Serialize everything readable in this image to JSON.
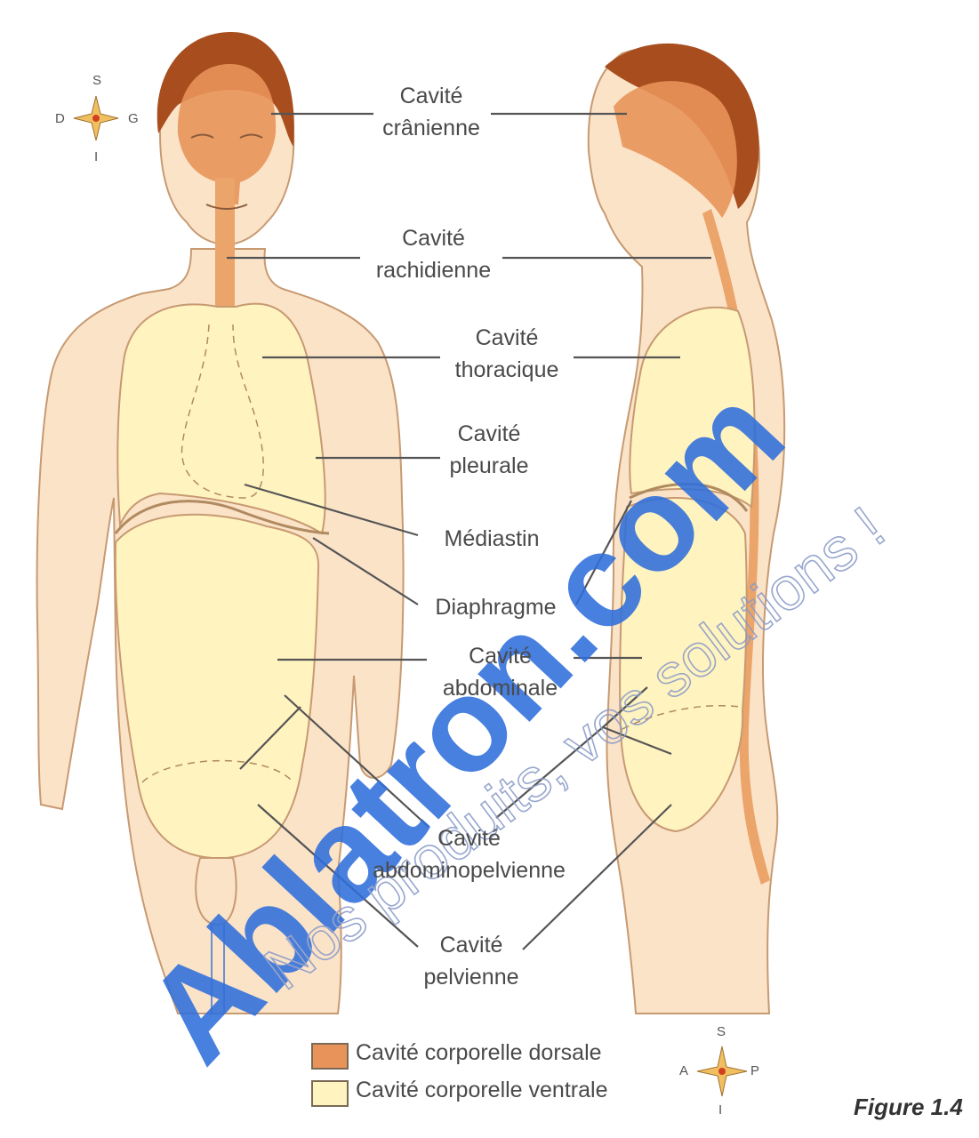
{
  "labels": {
    "cranial": [
      "Cavité",
      "crânienne"
    ],
    "spinal": [
      "Cavité",
      "rachidienne"
    ],
    "thoracic": [
      "Cavité",
      "thoracique"
    ],
    "pleural": [
      "Cavité",
      "pleurale"
    ],
    "mediastinum": [
      "Médiastin"
    ],
    "diaphragm": [
      "Diaphragme"
    ],
    "abdominal": [
      "Cavité",
      "abdominale"
    ],
    "abdominopelvic": [
      "Cavité",
      "abdominopelvienne"
    ],
    "pelvic": [
      "Cavité",
      "pelvienne"
    ]
  },
  "legend": {
    "dorsal": "Cavité corporelle dorsale",
    "ventral": "Cavité corporelle ventrale",
    "dorsal_color": "#e8935a",
    "ventral_color": "#fff3c0"
  },
  "compass_front": {
    "top": "S",
    "left": "D",
    "right": "G",
    "bottom": "I"
  },
  "compass_side": {
    "top": "S",
    "left": "A",
    "right": "P",
    "bottom": "I"
  },
  "figure_label": "Figure 1.4",
  "watermark": {
    "main": "Ablatron.com",
    "sub": "Nos produits, vos solutions !"
  },
  "colors": {
    "skin": "#fbe3c8",
    "outline": "#c79a72",
    "leader": "#555555",
    "watermark": "#2f6fdc"
  }
}
